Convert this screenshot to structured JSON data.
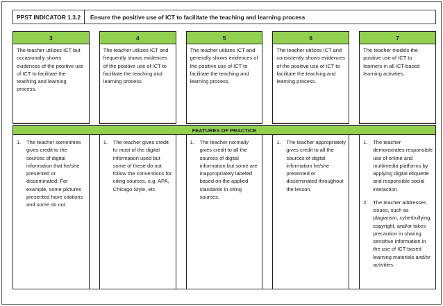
{
  "page": {
    "colors": {
      "green": "#92D050",
      "border": "#222222"
    },
    "header": {
      "indicator_label": "PPST INDICATOR 1.3.2",
      "indicator_text": "Ensure the positive use of ICT to facilitate the teaching and learning process"
    },
    "features_band": "FEATURES OF PRACTICE",
    "columns": [
      {
        "level": "3",
        "descriptor": "The teacher utilizes ICT but occasionally shows evidences of the positive use of ICT to facilitate the teaching and learning process.",
        "features": [
          "The teacher sometimes gives credit to the sources of digital information that he/she presented or disseminated. For example, some pictures presented have citations and some do not."
        ]
      },
      {
        "level": "4",
        "descriptor": "The teacher utilizes ICT and frequently shows evidences of the positive use of ICT to facilitate the teaching and learning process.",
        "features": [
          "The teacher gives credit to most of the digital information used but some of these do not follow the conventions for citing sources, e.g. APA, Chicago Style, etc."
        ]
      },
      {
        "level": "5",
        "descriptor": "The teacher utilizes ICT and generally shows evidences of the positive use of ICT to facilitate the teaching and learning process.",
        "features": [
          "The teacher normally gives credit to all the sources of digital information but some are inappropriately labeled based on the applied standards in citing sources."
        ]
      },
      {
        "level": "6",
        "descriptor": "The teacher utilizes ICT and consistently shows evidences of the positive use of ICT to facilitate the teaching and learning process.",
        "features": [
          "The teacher appropriately gives credit to all the sources of digital information he/she presented or disseminated throughout the lesson."
        ]
      },
      {
        "level": "7",
        "descriptor": "The teacher models the positive use of ICT to learners in all ICT-based learning activities.",
        "features": [
          "The teacher demonstrates responsible use of online and multimedia platforms by applying digital etiquette and responsible social interaction.",
          "The teacher addresses issues, such as plagiarism, cyberbullying, copyright, and/or takes precaution in sharing sensitive information in the use of ICT-based learning materials and/or activities."
        ]
      }
    ]
  }
}
